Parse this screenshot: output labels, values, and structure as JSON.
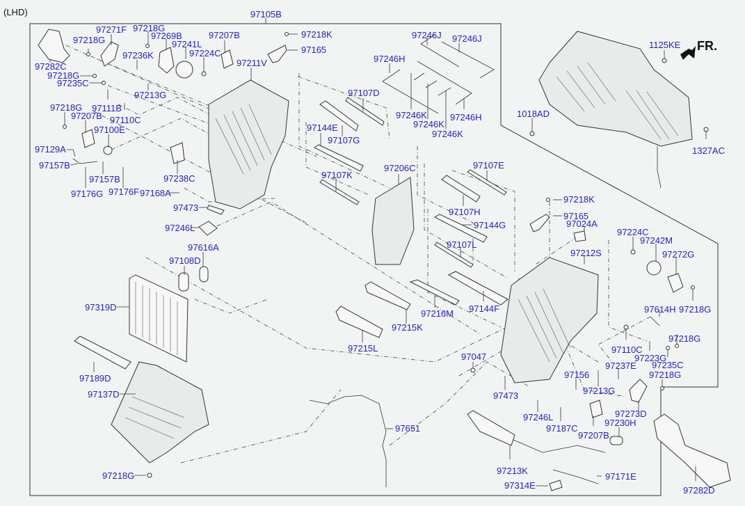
{
  "diagram": {
    "variant_label": "(LHD)",
    "direction_label": "FR.",
    "assembly_label": "97105B",
    "callouts": [
      {
        "id": "c-97282c",
        "label": "97282C"
      },
      {
        "id": "c-97271f",
        "label": "97271F"
      },
      {
        "id": "c-97218g-1",
        "label": "97218G"
      },
      {
        "id": "c-97218g-2",
        "label": "97218G"
      },
      {
        "id": "c-97269b",
        "label": "97269B"
      },
      {
        "id": "c-97236k",
        "label": "97236K"
      },
      {
        "id": "c-97241l",
        "label": "97241L"
      },
      {
        "id": "c-97224c-1",
        "label": "97224C"
      },
      {
        "id": "c-97207b-1",
        "label": "97207B"
      },
      {
        "id": "c-97218k-1",
        "label": "97218K"
      },
      {
        "id": "c-97165-1",
        "label": "97165"
      },
      {
        "id": "c-97211v",
        "label": "97211V"
      },
      {
        "id": "c-97218g-3",
        "label": "97218G"
      },
      {
        "id": "c-97235c-1",
        "label": "97235C"
      },
      {
        "id": "c-97213g-1",
        "label": "97213G"
      },
      {
        "id": "c-97111b",
        "label": "97111B"
      },
      {
        "id": "c-97110c-1",
        "label": "97110C"
      },
      {
        "id": "c-97218g-4",
        "label": "97218G"
      },
      {
        "id": "c-97207b-2",
        "label": "97207B"
      },
      {
        "id": "c-97100e",
        "label": "97100E"
      },
      {
        "id": "c-97129a",
        "label": "97129A"
      },
      {
        "id": "c-97157b-1",
        "label": "97157B"
      },
      {
        "id": "c-97157b-2",
        "label": "97157B"
      },
      {
        "id": "c-97176g",
        "label": "97176G"
      },
      {
        "id": "c-97176f",
        "label": "97176F"
      },
      {
        "id": "c-97238c",
        "label": "97238C"
      },
      {
        "id": "c-97168a",
        "label": "97168A"
      },
      {
        "id": "c-97473-1",
        "label": "97473"
      },
      {
        "id": "c-97246l-1",
        "label": "97246L"
      },
      {
        "id": "c-97616a",
        "label": "97616A"
      },
      {
        "id": "c-97108d",
        "label": "97108D"
      },
      {
        "id": "c-97319d",
        "label": "97319D"
      },
      {
        "id": "c-97189d",
        "label": "97189D"
      },
      {
        "id": "c-97137d",
        "label": "97137D"
      },
      {
        "id": "c-97218g-5",
        "label": "97218G"
      },
      {
        "id": "c-97651",
        "label": "97651"
      },
      {
        "id": "c-97246j-1",
        "label": "97246J"
      },
      {
        "id": "c-97246j-2",
        "label": "97246J"
      },
      {
        "id": "c-97246h-1",
        "label": "97246H"
      },
      {
        "id": "c-97246k-1",
        "label": "97246K"
      },
      {
        "id": "c-97246k-2",
        "label": "97246K"
      },
      {
        "id": "c-97246k-3",
        "label": "97246K"
      },
      {
        "id": "c-97246h-2",
        "label": "97246H"
      },
      {
        "id": "c-97107d",
        "label": "97107D"
      },
      {
        "id": "c-97144e",
        "label": "97144E"
      },
      {
        "id": "c-97107g",
        "label": "97107G"
      },
      {
        "id": "c-97107k",
        "label": "97107K"
      },
      {
        "id": "c-97206c",
        "label": "97206C"
      },
      {
        "id": "c-97107e",
        "label": "97107E"
      },
      {
        "id": "c-97107h",
        "label": "97107H"
      },
      {
        "id": "c-97144g",
        "label": "97144G"
      },
      {
        "id": "c-97107l",
        "label": "97107L"
      },
      {
        "id": "c-97216m",
        "label": "97216M"
      },
      {
        "id": "c-97144f",
        "label": "97144F"
      },
      {
        "id": "c-97215k",
        "label": "97215K"
      },
      {
        "id": "c-97215l",
        "label": "97215L"
      },
      {
        "id": "c-97047",
        "label": "97047"
      },
      {
        "id": "c-97473-2",
        "label": "97473"
      },
      {
        "id": "c-97246l-2",
        "label": "97246L"
      },
      {
        "id": "c-97213k",
        "label": "97213K"
      },
      {
        "id": "c-97314e",
        "label": "97314E"
      },
      {
        "id": "c-97171e",
        "label": "97171E"
      },
      {
        "id": "c-97187c",
        "label": "97187C"
      },
      {
        "id": "c-97156",
        "label": "97156"
      },
      {
        "id": "c-97207b-3",
        "label": "97207B"
      },
      {
        "id": "c-97230h",
        "label": "97230H"
      },
      {
        "id": "c-97213g-2",
        "label": "97213G"
      },
      {
        "id": "c-97237e",
        "label": "97237E"
      },
      {
        "id": "c-97273d",
        "label": "97273D"
      },
      {
        "id": "c-97218g-6",
        "label": "97218G"
      },
      {
        "id": "c-97235c-2",
        "label": "97235C"
      },
      {
        "id": "c-97223g",
        "label": "97223G"
      },
      {
        "id": "c-97110c-2",
        "label": "97110C"
      },
      {
        "id": "c-97218g-7",
        "label": "97218G"
      },
      {
        "id": "c-97614h",
        "label": "97614H"
      },
      {
        "id": "c-97218g-8",
        "label": "97218G"
      },
      {
        "id": "c-97272g",
        "label": "97272G"
      },
      {
        "id": "c-97242m",
        "label": "97242M"
      },
      {
        "id": "c-97224c-2",
        "label": "97224C"
      },
      {
        "id": "c-97212s",
        "label": "97212S"
      },
      {
        "id": "c-97024a",
        "label": "97024A"
      },
      {
        "id": "c-97165-2",
        "label": "97165"
      },
      {
        "id": "c-97218k-2",
        "label": "97218K"
      },
      {
        "id": "c-97282d",
        "label": "97282D"
      },
      {
        "id": "c-1125ke",
        "label": "1125KE"
      },
      {
        "id": "c-1018ad",
        "label": "1018AD"
      },
      {
        "id": "c-1327ac",
        "label": "1327AC"
      }
    ]
  }
}
